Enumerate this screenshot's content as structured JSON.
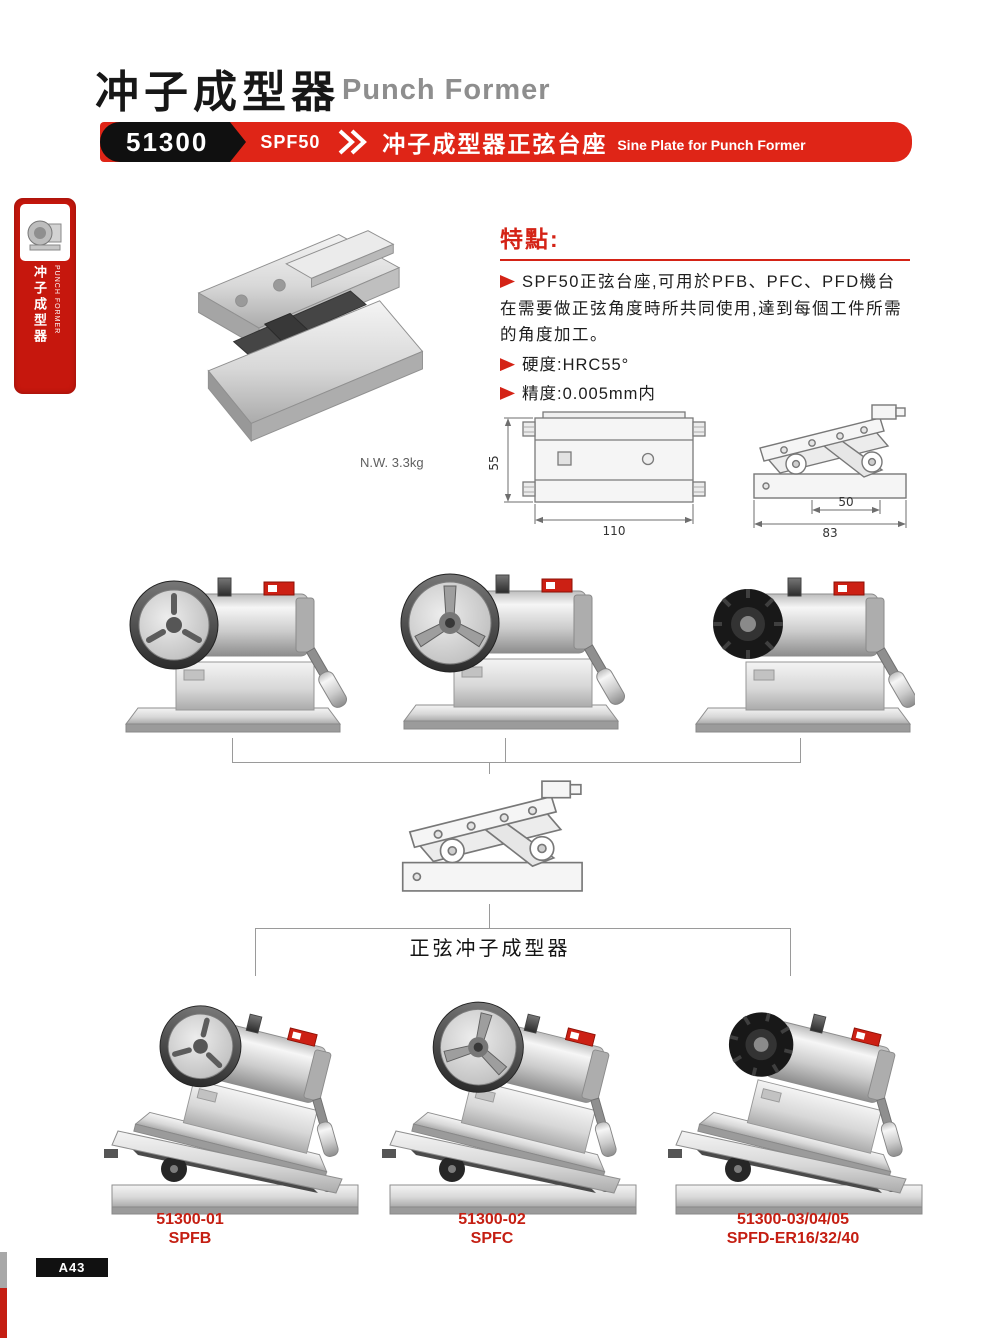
{
  "header": {
    "title_zh": "冲子成型器",
    "title_en": "Punch Former"
  },
  "banner": {
    "model": "51300",
    "code": "SPF50",
    "title_zh": "冲子成型器正弦台座",
    "title_en": "Sine Plate for Punch Former"
  },
  "sidebar": {
    "label_zh": "冲子成型器",
    "label_en": "PUNCH FORMER"
  },
  "hero": {
    "net_weight": "N.W. 3.3kg"
  },
  "features": {
    "heading": "特點:",
    "items": [
      "SPF50正弦台座,可用於PFB、PFC、PFD機台在需要做正弦角度時所共同使用,達到每個工件所需的角度加工。",
      "硬度:HRC55°",
      "精度:0.005mm内"
    ]
  },
  "drawings": {
    "front_view": {
      "height_dim": "55",
      "width_dim": "110"
    },
    "side_view": {
      "inner_dim": "50",
      "outer_dim": "83"
    }
  },
  "group_label": "正弦冲子成型器",
  "products": [
    {
      "code": "51300-01",
      "model": "SPFB"
    },
    {
      "code": "51300-02",
      "model": "SPFC"
    },
    {
      "code": "51300-03/04/05",
      "model": "SPFD-ER16/32/40"
    }
  ],
  "footer": {
    "page_number": "A43"
  },
  "colors": {
    "accent_red": "#d42316",
    "banner_red": "#df2517",
    "label_red": "#c41e12"
  }
}
